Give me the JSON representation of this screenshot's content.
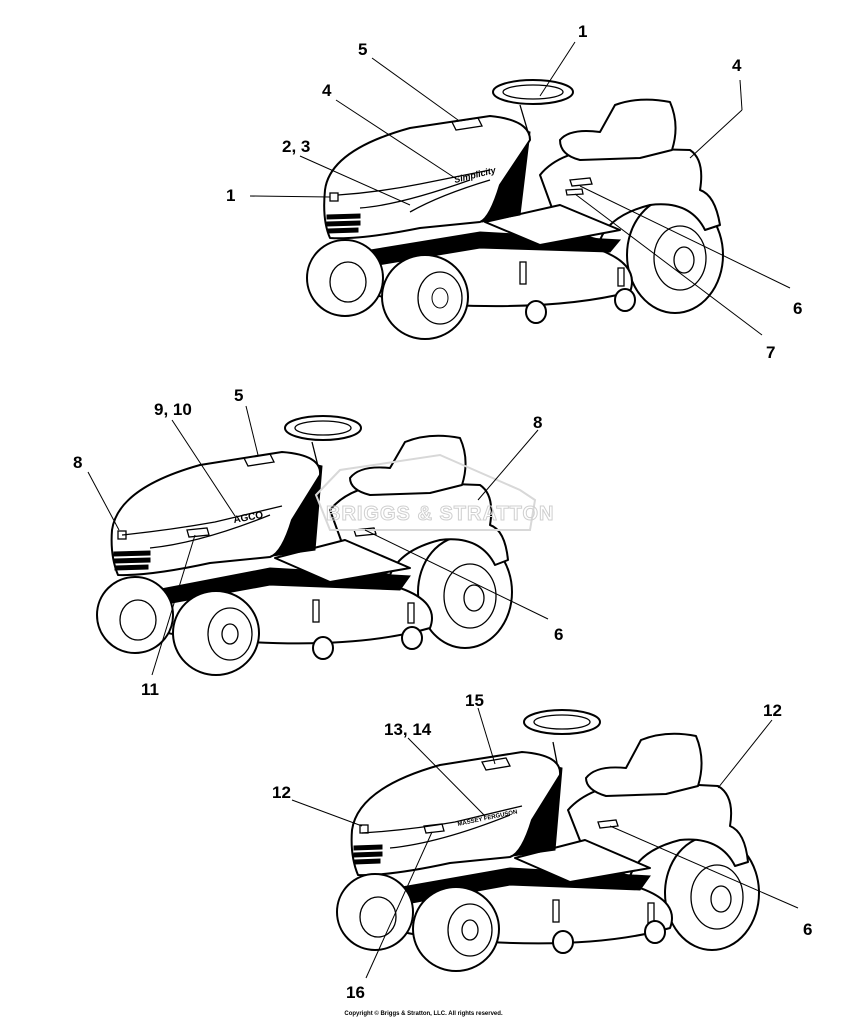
{
  "diagrams": [
    {
      "brand_logo": "Simplicity",
      "callouts": [
        "1",
        "5",
        "4",
        "2, 3",
        "1",
        "4",
        "6",
        "7"
      ]
    },
    {
      "brand_logo": "AGCO",
      "callouts": [
        "5",
        "9, 10",
        "8",
        "8",
        "6",
        "11"
      ]
    },
    {
      "brand_logo": "MASSEY FERGUSON",
      "callouts": [
        "15",
        "12",
        "13, 14",
        "12",
        "6",
        "16"
      ]
    }
  ],
  "watermark": "BRIGGS & STRATTON",
  "copyright": "Copyright © Briggs & Stratton, LLC. All rights reserved."
}
